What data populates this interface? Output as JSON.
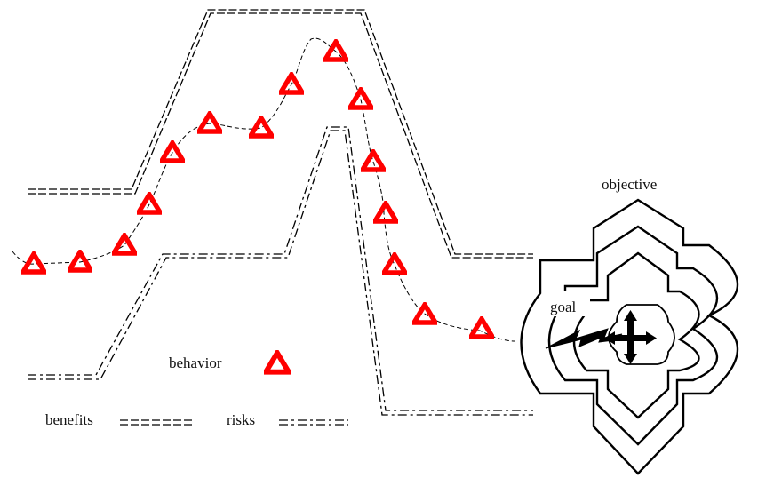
{
  "labels": {
    "objective": "objective",
    "goal": "goal",
    "behavior": "behavior",
    "benefits": "benefits",
    "risks": "risks"
  },
  "colors": {
    "marker": "#ff0000",
    "line": "#000000"
  },
  "icons": {
    "behavior_marker": "red-triangle-icon",
    "goal_marker": "move-arrows-icon",
    "goal_pointer": "lightning-bolt-icon"
  }
}
